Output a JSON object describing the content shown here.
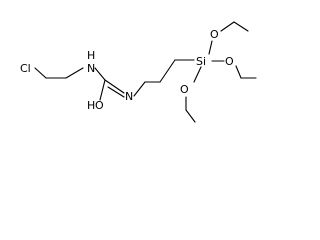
{
  "atoms": {
    "cl": "Cl",
    "nh_left": "N",
    "h_left": "H",
    "o": "O",
    "h_hydroxyl": "H",
    "n_right": "N",
    "si": "Si",
    "o_top": "O",
    "o_right": "O",
    "o_bottom": "O"
  }
}
